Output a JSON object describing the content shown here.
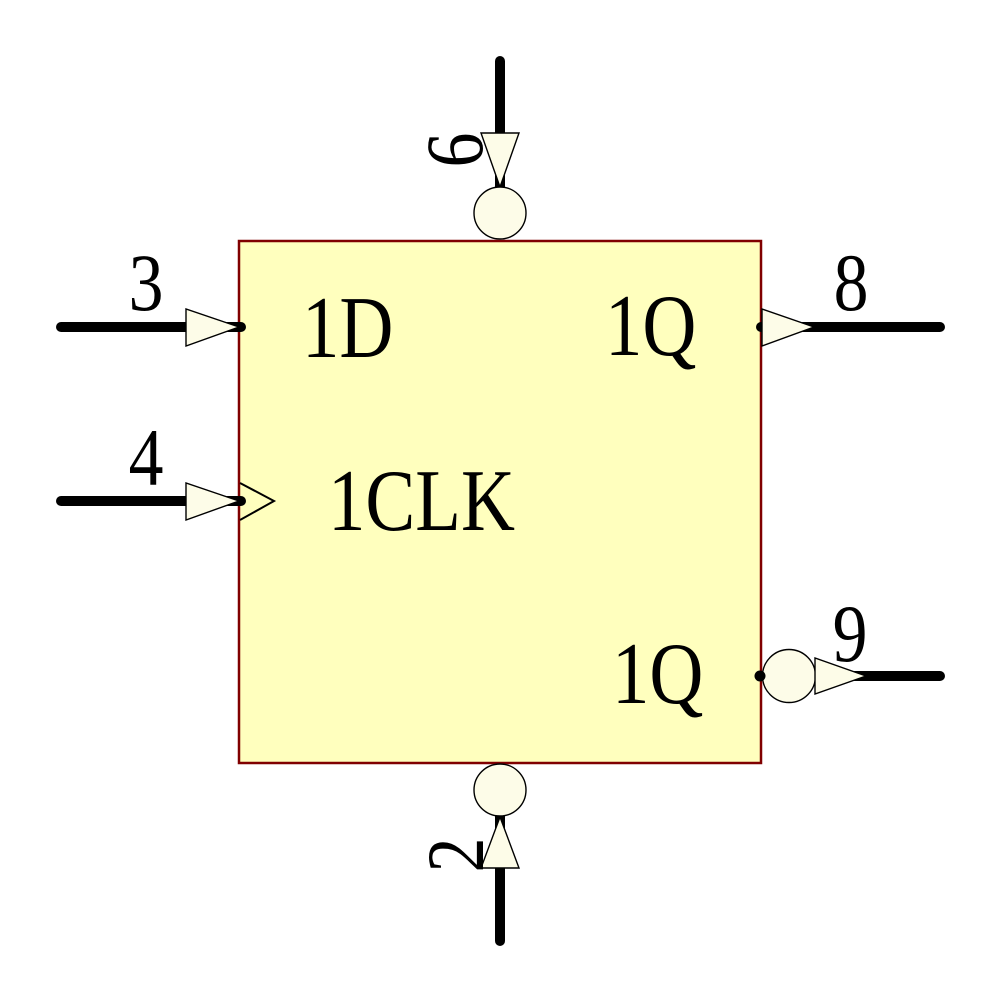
{
  "colors": {
    "background": "#FFFFFF",
    "body_fill": "#FFFFBE",
    "body_border": "#800000",
    "pin_shape_fill": "#FDFCE8",
    "wire_color": "#000000",
    "text_color": "#000000"
  },
  "component": {
    "pins": {
      "d": {
        "number": "3",
        "label": "1D",
        "side": "left"
      },
      "clk": {
        "number": "4",
        "label": "1CLK",
        "side": "left"
      },
      "set": {
        "number": "6",
        "side": "top"
      },
      "reset": {
        "number": "2",
        "side": "bottom"
      },
      "q": {
        "number": "8",
        "label": "1Q",
        "side": "right"
      },
      "q_inv": {
        "number": "9",
        "label": "1Q",
        "side": "right"
      }
    }
  }
}
